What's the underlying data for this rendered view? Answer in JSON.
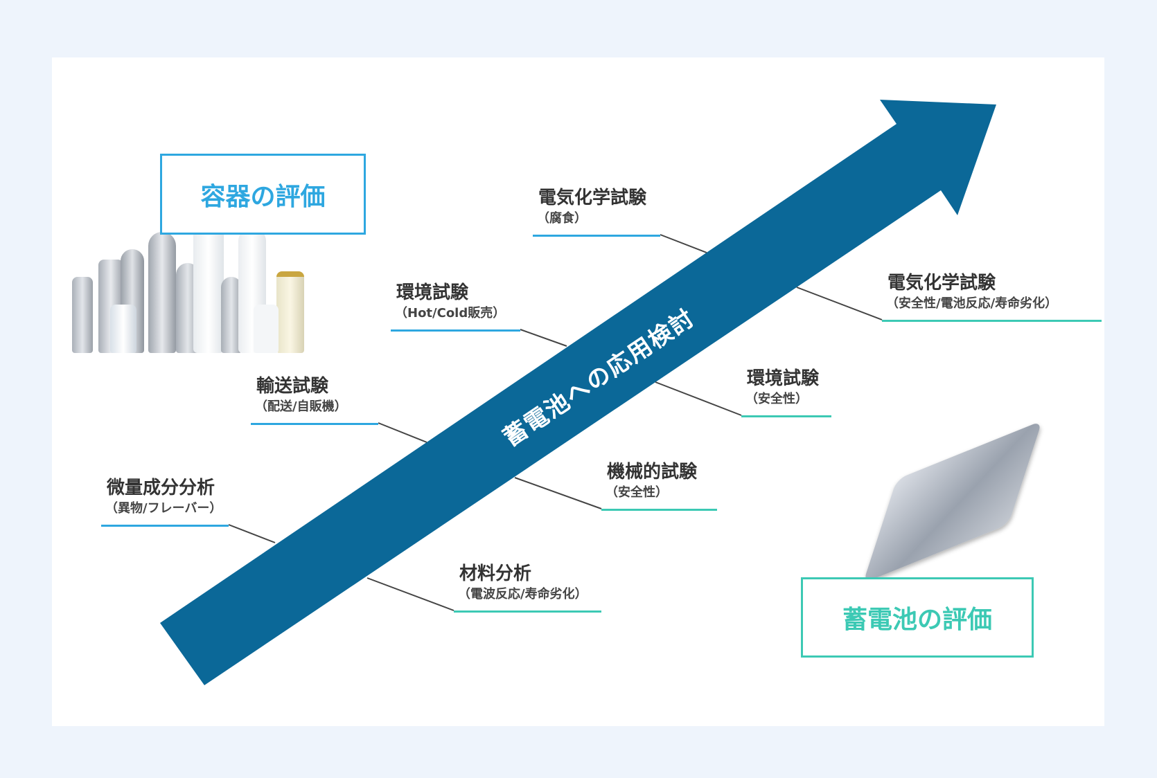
{
  "arrow": {
    "label": "蓄電池への応用検討",
    "color": "#0b6898"
  },
  "boxes": {
    "container": {
      "label": "容器の評価",
      "color": "#2ea7e0"
    },
    "battery": {
      "label": "蓄電池の評価",
      "color": "#3cc9b4"
    }
  },
  "images": {
    "container_photo": "bottles-and-cans-image",
    "battery_photo": "battery-case-image"
  },
  "container_tests": [
    {
      "title": "電気化学試験",
      "sub": "（腐食）"
    },
    {
      "title": "環境試験",
      "sub": "（Hot/Cold販売）"
    },
    {
      "title": "輸送試験",
      "sub": "（配送/自販機）"
    },
    {
      "title": "微量成分分析",
      "sub": "（異物/フレーバー）"
    }
  ],
  "battery_tests": [
    {
      "title": "電気化学試験",
      "sub": "（安全性/電池反応/寿命劣化）"
    },
    {
      "title": "環境試験",
      "sub": "（安全性）"
    },
    {
      "title": "機械的試験",
      "sub": "（安全性）"
    },
    {
      "title": "材料分析",
      "sub": "（電波反応/寿命劣化）"
    }
  ]
}
